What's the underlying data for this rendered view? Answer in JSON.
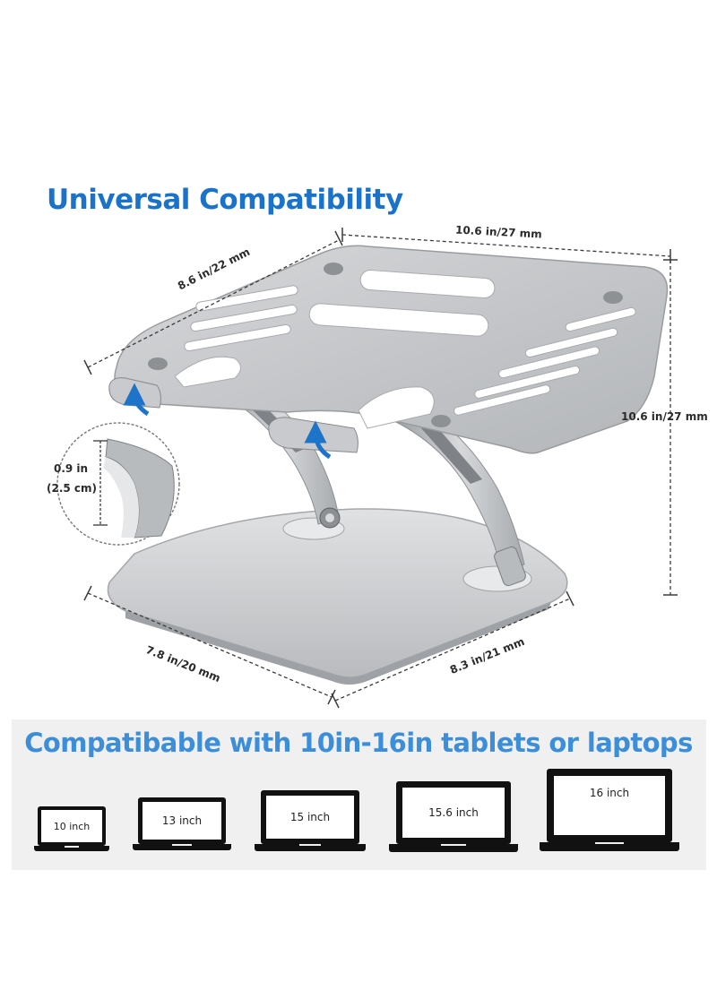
{
  "headline": "Universal Compatibility",
  "dimensions": {
    "platform_width": "10.6 in/27 mm",
    "platform_depth": "8.6 in/22 mm",
    "height": "10.6 in/27 mm",
    "lip_height_in": "0.9 in",
    "lip_height_cm": "(2.5 cm)",
    "base_depth": "7.8 in/20 mm",
    "base_width": "8.3 in/21 mm"
  },
  "compatibility": {
    "title": "Compatibable with 10in-16in tablets or laptops",
    "laptops": [
      {
        "label": "10 inch"
      },
      {
        "label": "13 inch"
      },
      {
        "label": "15 inch"
      },
      {
        "label": "15.6 inch"
      },
      {
        "label": "16 inch"
      }
    ]
  },
  "colors": {
    "title_blue": "#1a73c8",
    "banner_blue": "#3c8ed8",
    "arrow_blue": "#1e74c8",
    "aluminum": "#c9cbcd"
  },
  "icons": [
    "curved-arrow-up-icon",
    "laptop-icon"
  ]
}
